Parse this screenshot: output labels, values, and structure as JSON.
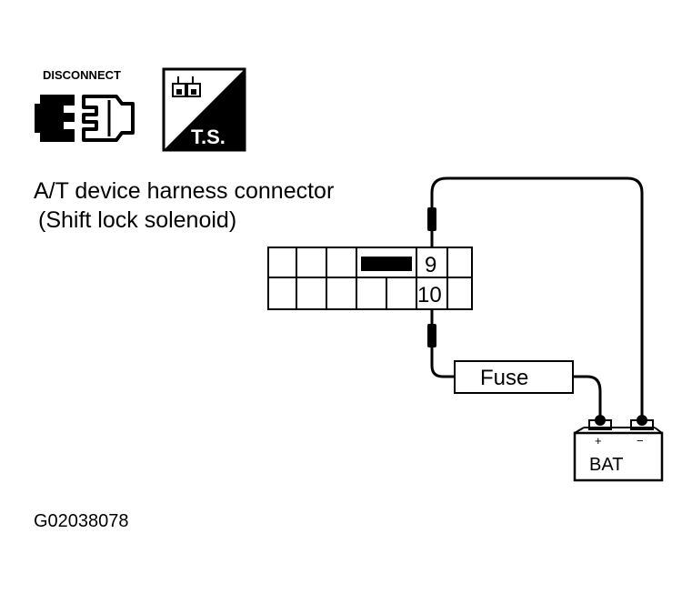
{
  "icons": {
    "disconnect_label": "DISCONNECT",
    "disconnect_icon": "connector-disconnect-icon",
    "ts_label": "T.S.",
    "ts_icon": "troubleshooting-icon"
  },
  "connector": {
    "title_line1": "A/T device harness connector",
    "title_line2": "(Shift lock solenoid)",
    "terminal_top": "9",
    "terminal_bottom": "10"
  },
  "circuit": {
    "fuse_label": "Fuse",
    "battery_label": "BAT",
    "battery_plus": "+",
    "battery_minus": "−"
  },
  "figure_id": "G02038078"
}
